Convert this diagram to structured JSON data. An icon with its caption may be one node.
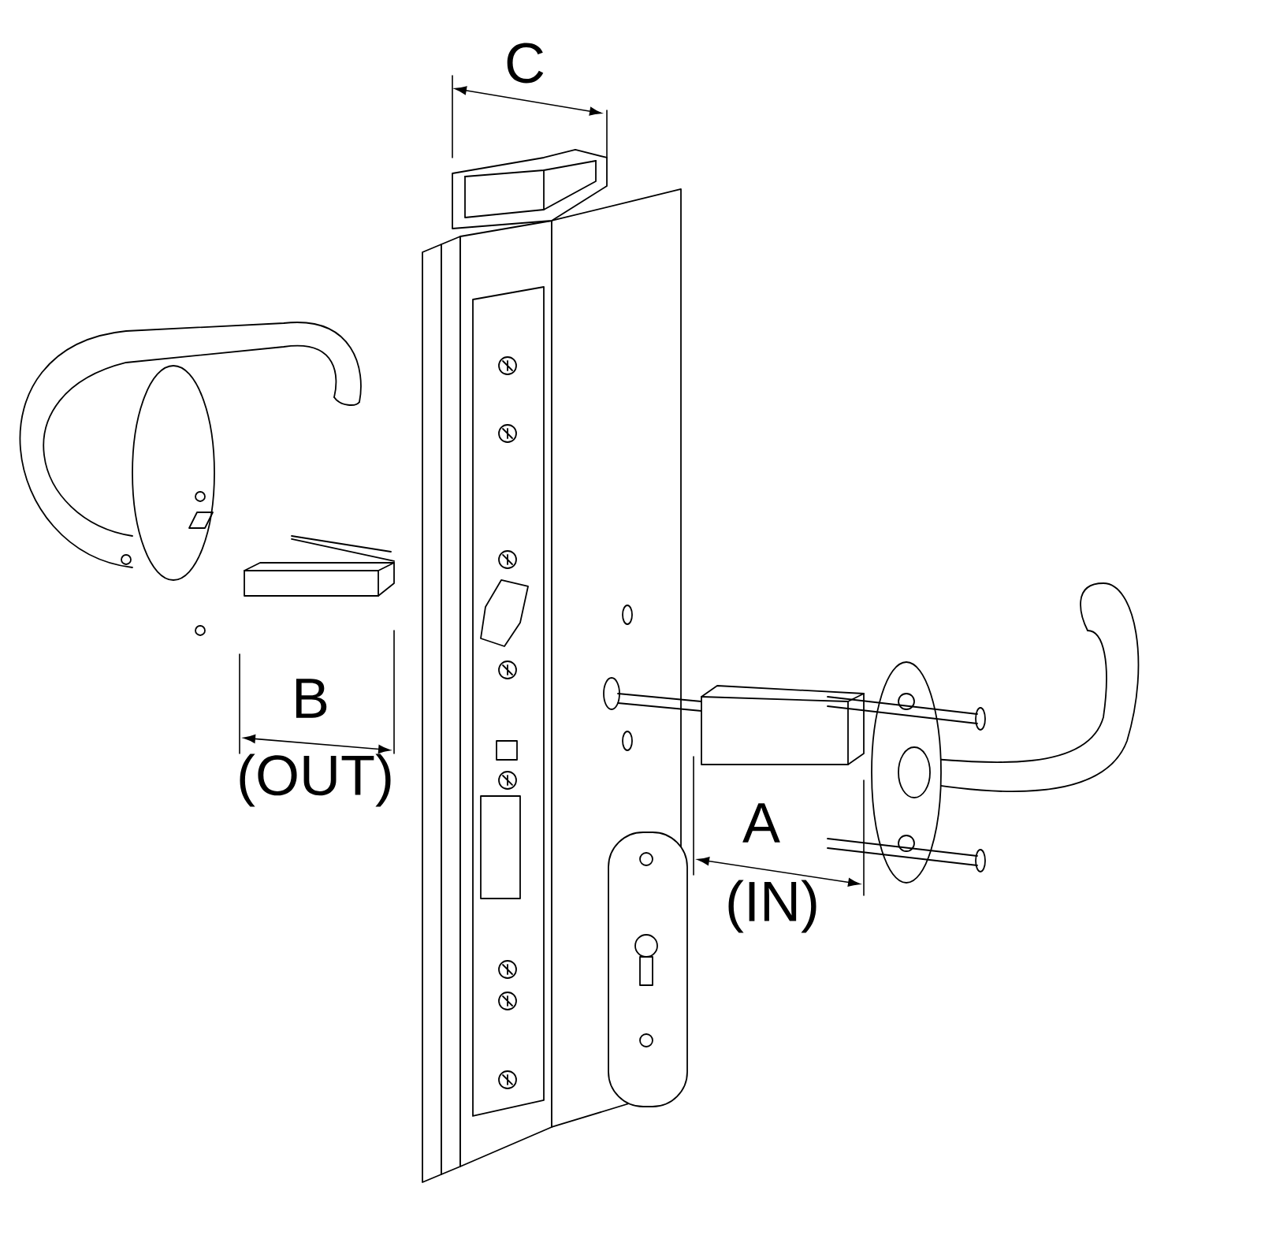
{
  "diagram": {
    "labels": [
      "C",
      "B",
      "(OUT)",
      "A",
      "(IN)"
    ]
  }
}
